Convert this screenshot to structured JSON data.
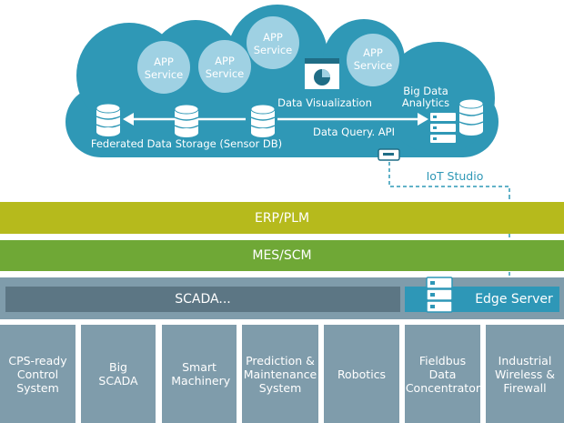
{
  "cloud": {
    "app_services": [
      "APP\nService",
      "APP\nService",
      "APP\nService",
      "APP\nService"
    ],
    "data_visualization": "Data Visualization",
    "big_data_analytics": "Big Data\nAnalytics",
    "federated_storage": "Federated Data Storage (Sensor DB)",
    "data_query": "Data Query. API"
  },
  "iot_studio": "IoT Studio",
  "layers": {
    "erp": "ERP/PLM",
    "mes": "MES/SCM",
    "scada": "SCADA...",
    "edge_server": "Edge Server"
  },
  "devices": [
    "CPS-ready Control System",
    "Big SCADA",
    "Smart Machinery",
    "Prediction & Maintenance System",
    "Robotics",
    "Fieldbus Data Concentrator",
    "Industrial Wireless & Firewall"
  ],
  "colors": {
    "cloud": "#2f98b6",
    "erp": "#b6ba1c",
    "mes": "#6fa836",
    "scada_row": "#7f9cab",
    "scada_box": "#5c7684",
    "edge": "#2e97b7",
    "device": "#7f9cab"
  }
}
